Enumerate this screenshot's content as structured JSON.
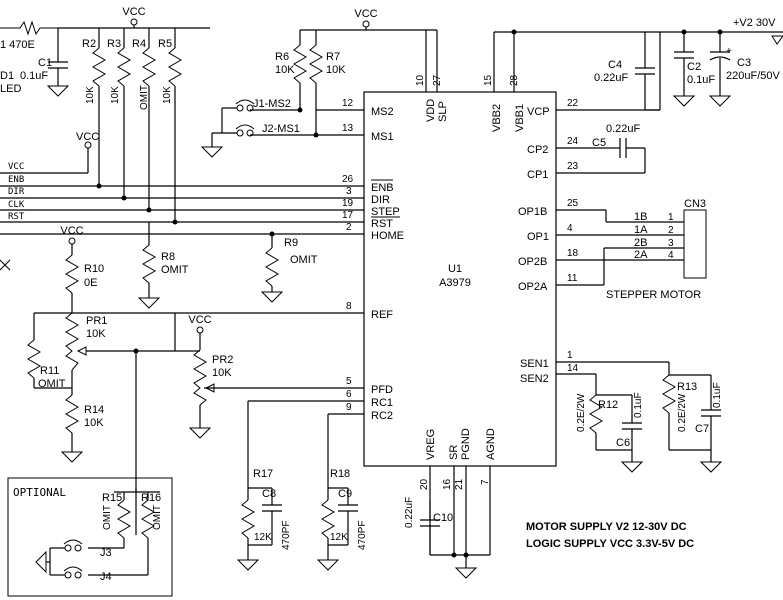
{
  "ic": {
    "ref": "U1",
    "part": "A3979",
    "pins_left": [
      {
        "num": "12",
        "name": "MS2"
      },
      {
        "num": "13",
        "name": "MS1"
      },
      {
        "num": "26",
        "name": "ENB"
      },
      {
        "num": "3",
        "name": "DIR"
      },
      {
        "num": "19",
        "name": "STEP"
      },
      {
        "num": "17",
        "name": "RST"
      },
      {
        "num": "2",
        "name": "HOME"
      },
      {
        "num": "8",
        "name": "REF"
      },
      {
        "num": "5",
        "name": "PFD"
      },
      {
        "num": "6",
        "name": "RC1"
      },
      {
        "num": "9",
        "name": "RC2"
      }
    ],
    "pins_right": [
      {
        "num": "22",
        "name": "VCP"
      },
      {
        "num": "24",
        "name": "CP2"
      },
      {
        "num": "23",
        "name": "CP1"
      },
      {
        "num": "25",
        "name": "OP1B"
      },
      {
        "num": "4",
        "name": "OP1"
      },
      {
        "num": "18",
        "name": "OP2B"
      },
      {
        "num": "11",
        "name": "OP2A"
      },
      {
        "num": "1",
        "name": "SEN1"
      },
      {
        "num": "14",
        "name": "SEN2"
      }
    ],
    "pins_top": [
      {
        "num": "10",
        "name": "VDD"
      },
      {
        "num": "27",
        "name": "SLP"
      },
      {
        "num": "15",
        "name": "VBB2"
      },
      {
        "num": "28",
        "name": "VBB1"
      }
    ],
    "pins_bottom": [
      {
        "num": "20",
        "name": "VREG"
      },
      {
        "num": "16",
        "name": "SR"
      },
      {
        "num": "21",
        "name": "PGND"
      },
      {
        "num": "7",
        "name": "AGND"
      }
    ]
  },
  "power": {
    "vcc": "VCC",
    "v2": "+V2 30V"
  },
  "signals": [
    "VCC",
    "ENB",
    "DIR",
    "CLK",
    "RST"
  ],
  "components": {
    "r1": "1 470E",
    "c1": {
      "ref": "C1",
      "value": "0.1uF"
    },
    "d1": {
      "ref": "D1",
      "value": "LED"
    },
    "r2": {
      "ref": "R2",
      "value": "10K"
    },
    "r3": {
      "ref": "R3",
      "value": "10K"
    },
    "r4": {
      "ref": "R4",
      "value": "OMIT"
    },
    "r5": {
      "ref": "R5",
      "value": "10K"
    },
    "r6": {
      "ref": "R6",
      "value": "10K"
    },
    "r7": {
      "ref": "R7",
      "value": "10K"
    },
    "r8": {
      "ref": "R8",
      "value": "OMIT"
    },
    "r9": {
      "ref": "R9",
      "value": "OMIT"
    },
    "r10": {
      "ref": "R10",
      "value": "0E"
    },
    "pr1": {
      "ref": "PR1",
      "value": "10K"
    },
    "r11": {
      "ref": "R11",
      "value": "OMIT"
    },
    "r14": {
      "ref": "R14",
      "value": "10K"
    },
    "pr2": {
      "ref": "PR2",
      "value": "10K"
    },
    "r17": {
      "ref": "R17",
      "value": "12K"
    },
    "c8": {
      "ref": "C8",
      "value": "470PF"
    },
    "r18": {
      "ref": "R18",
      "value": "12K"
    },
    "c9": {
      "ref": "C9",
      "value": "470PF"
    },
    "c10": {
      "ref": "C10",
      "value": "0.22uF"
    },
    "c4": {
      "ref": "C4",
      "value": "0.22uF"
    },
    "c2": {
      "ref": "C2",
      "value": "0.1uF"
    },
    "c3": {
      "ref": "C3",
      "value": "220uF/50V"
    },
    "c5": {
      "ref": "C5",
      "value": "0.22uF"
    },
    "r12": {
      "ref": "R12",
      "value": "0.2E/2W"
    },
    "c6": {
      "ref": "C6",
      "value": "0.1uF"
    },
    "r13": {
      "ref": "R13",
      "value": "0.2E/2W"
    },
    "c7": {
      "ref": "C7",
      "value": "0.1uF"
    },
    "r15": {
      "ref": "R15",
      "value": "OMIT"
    },
    "r16": {
      "ref": "R16",
      "value": "OMIT"
    },
    "j1": "J1-MS2",
    "j2": "J2-MS1",
    "j3": "J3",
    "j4": "J4",
    "cn3": "CN3"
  },
  "cn3_pins": [
    {
      "label": "1B",
      "num": "1"
    },
    {
      "label": "1A",
      "num": "2"
    },
    {
      "label": "2B",
      "num": "3"
    },
    {
      "label": "2A",
      "num": "4"
    }
  ],
  "labels": {
    "optional": "OPTIONAL",
    "stepper_motor": "STEPPER MOTOR",
    "note_motor": "MOTOR SUPPLY  V2 12-30V DC",
    "note_logic": "LOGIC SUPPLY VCC 3.3V-5V DC"
  }
}
